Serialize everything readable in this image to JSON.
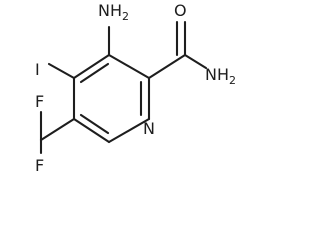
{
  "molecule": {
    "atoms": {
      "amino": {
        "main": "NH",
        "sub": "2"
      },
      "iodo": "I",
      "carbonyl_oxygen": "O",
      "amide": {
        "main": "NH",
        "sub": "2"
      },
      "ring_nitrogen": "N",
      "fluorine_top": "F",
      "fluorine_bottom": "F"
    }
  }
}
